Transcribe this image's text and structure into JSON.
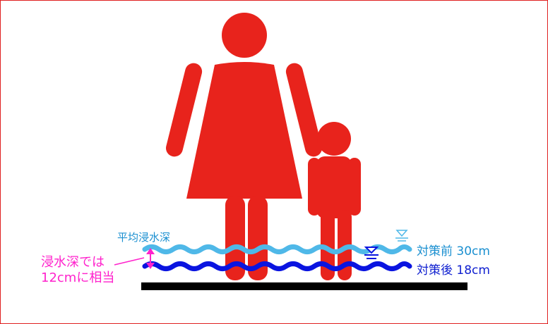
{
  "labels": {
    "average_depth": "平均浸水深",
    "before": "対策前 30cm",
    "after": "対策後 18cm",
    "diff_line1": "浸水深では",
    "diff_line2": "12cmに相当"
  },
  "colors": {
    "frame": "#e02020",
    "figure": "#e8231c",
    "wave_before": "#4fb8e8",
    "wave_after": "#0a14e0",
    "ground": "#000000",
    "annotation": "#ff22cc",
    "label_before": "#1a8fd0",
    "label_after": "#1020d0",
    "label_average": "#1a8fd0"
  },
  "icons": {
    "adult": "woman-figure-icon",
    "child": "child-figure-icon",
    "water_level_before": "water-level-marker-icon",
    "water_level_after": "water-level-marker-icon",
    "difference": "double-arrow-icon"
  }
}
